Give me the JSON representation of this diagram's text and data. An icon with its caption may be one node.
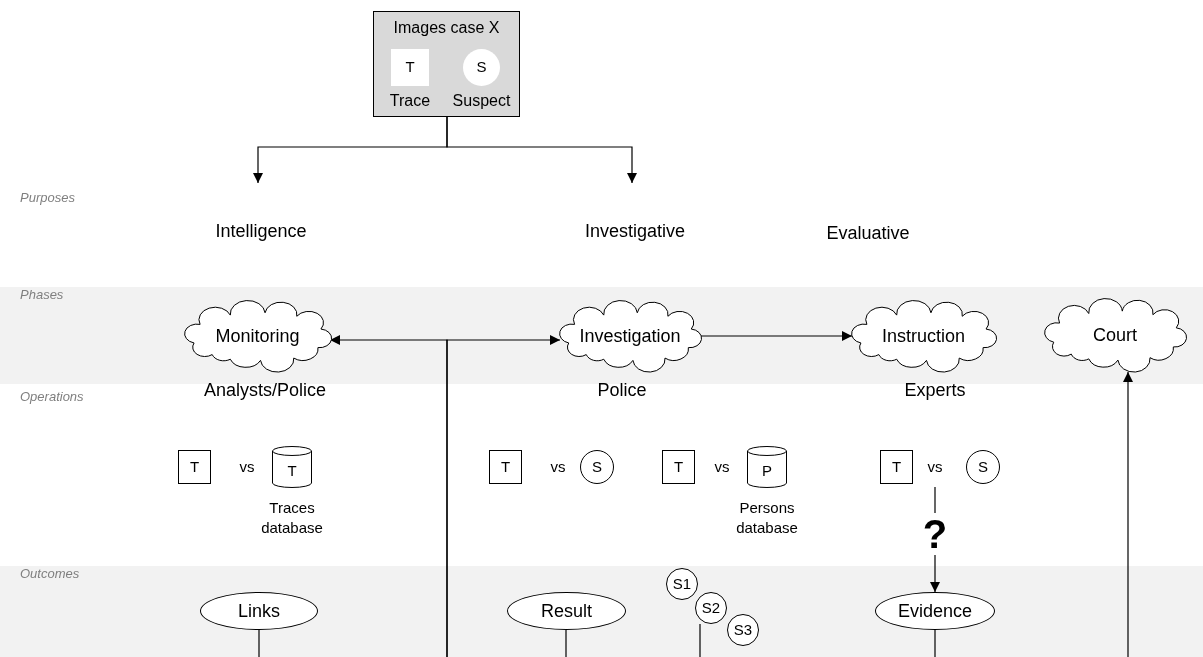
{
  "diagram": {
    "nodes": [
      {
        "text": [
          "Images case X"
        ]
      },
      {
        "text": [
          "T"
        ],
        "in": 0,
        "beside": [
          "Trace"
        ]
      },
      {
        "text": [
          "S"
        ],
        "in": 0,
        "beside": [
          "Suspect"
        ]
      },
      {
        "text": [
          "Intelligence"
        ]
      },
      {
        "text": [
          "Investigative"
        ]
      },
      {
        "text": [
          "Monitoring"
        ]
      },
      {
        "text": [
          "Investigation"
        ]
      },
      {
        "text": [
          "Instruction"
        ]
      },
      {
        "text": [
          "Court"
        ]
      },
      {
        "text": [
          "T"
        ]
      },
      {
        "text": [
          "T"
        ],
        "beside": [
          "Traces database"
        ]
      },
      {
        "text": [
          "T"
        ]
      },
      {
        "text": [
          "S"
        ]
      },
      {
        "text": [
          "T"
        ]
      },
      {
        "text": [
          "P"
        ],
        "beside": [
          "Persons database"
        ]
      },
      {
        "text": [
          "T"
        ]
      },
      {
        "text": [
          "S"
        ]
      },
      {
        "text": [
          "Links"
        ]
      },
      {
        "text": [
          "Result"
        ]
      },
      {
        "text": [
          "S1"
        ]
      },
      {
        "text": [
          "S2"
        ]
      },
      {
        "text": [
          "S3"
        ]
      },
      {
        "text": [
          "Evidence"
        ]
      }
    ],
    "edges": [
      {
        "from": 0,
        "to": 3,
        "arrow": "to"
      },
      {
        "from": 0,
        "to": 4,
        "arrow": "to"
      },
      {
        "from": null,
        "to": 5,
        "arrow": "to"
      },
      {
        "from": null,
        "to": 6,
        "arrow": "to"
      },
      {
        "from": 6,
        "to": 7,
        "arrow": "to"
      },
      {
        "from": null,
        "to": 8,
        "arrow": "to"
      },
      {
        "from": 17,
        "to": null,
        "arrow": "none"
      },
      {
        "from": 18,
        "to": null,
        "arrow": "none"
      },
      {
        "from": 20,
        "to": null,
        "arrow": "none"
      },
      {
        "from": 22,
        "to": null,
        "arrow": "none"
      },
      {
        "from": null,
        "to": 22,
        "arrow": "to",
        "label": "?"
      }
    ],
    "labels": [
      "Purposes",
      "Evaluative",
      "Phases",
      "Operations",
      "Analysts/Police",
      "Police",
      "Experts",
      "vs",
      "vs",
      "vs",
      "vs",
      "Outcomes"
    ]
  }
}
